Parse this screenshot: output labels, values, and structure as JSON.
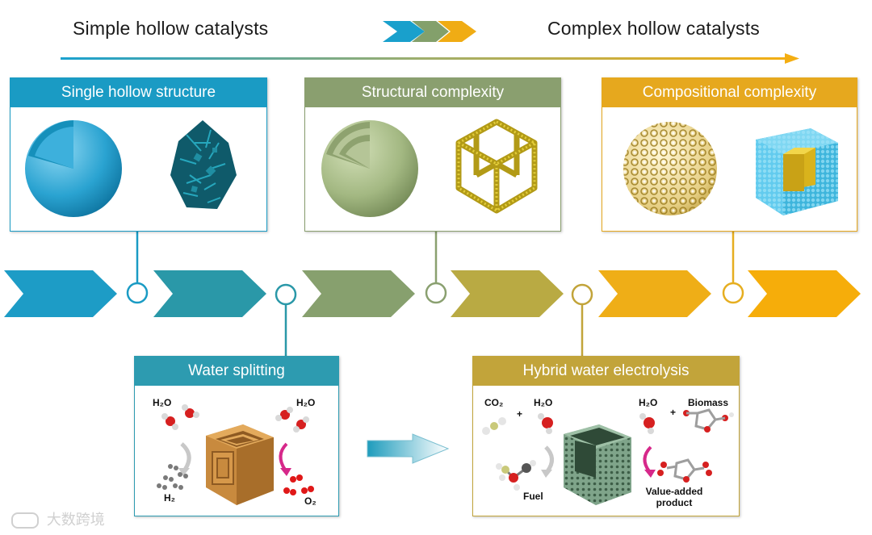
{
  "header": {
    "left_title": "Simple hollow catalysts",
    "right_title": "Complex hollow catalysts"
  },
  "panels": {
    "single": {
      "title": "Single hollow structure",
      "color": "#1a9bc4"
    },
    "structural": {
      "title": "Structural complexity",
      "color": "#8a9f6f"
    },
    "compositional": {
      "title": "Compositional complexity",
      "color": "#e6a81e"
    },
    "water_splitting": {
      "title": "Water splitting",
      "color": "#2d9bb0",
      "h2o_left": "H₂O",
      "h2o_right": "H₂O",
      "h2": "H₂",
      "o2": "O₂"
    },
    "hybrid": {
      "title": "Hybrid water electrolysis",
      "color": "#c2a43a",
      "co2": "CO₂",
      "plus1": "+",
      "h2o_left": "H₂O",
      "h2o_right": "H₂O",
      "plus2": "+",
      "biomass": "Biomass",
      "fuel": "Fuel",
      "value_added_1": "Value-added",
      "value_added_2": "product"
    }
  },
  "timeline_colors": [
    "#1a9bc4",
    "#2a98a8",
    "#8aa070",
    "#b8aa45",
    "#e6ae20",
    "#f5ae0c"
  ],
  "watermark": "大数跨境"
}
